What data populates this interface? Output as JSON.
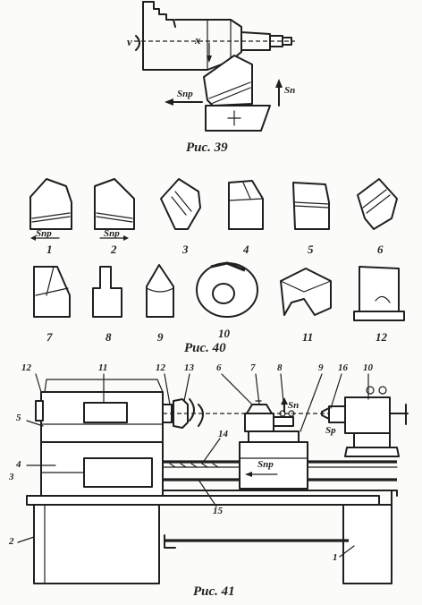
{
  "figures": {
    "fig39": {
      "caption": "Рис. 39",
      "labels": {
        "feed_axis": "х",
        "rotation": "v",
        "feed_long": "Sпр",
        "feed_cross": "Sп"
      }
    },
    "fig40": {
      "caption": "Рис. 40",
      "tools": [
        "1",
        "2",
        "3",
        "4",
        "5",
        "6",
        "7",
        "8",
        "9",
        "10",
        "11",
        "12"
      ],
      "feed_label": "Sпр"
    },
    "fig41": {
      "caption": "Рис. 41",
      "parts": [
        "1",
        "2",
        "3",
        "4",
        "5",
        "6",
        "7",
        "8",
        "9",
        "10",
        "11",
        "12",
        "13",
        "14",
        "15",
        "16"
      ],
      "labels": {
        "feed_long": "Sпр",
        "feed_cross": "Sп",
        "feed_s": "Sр"
      }
    }
  }
}
